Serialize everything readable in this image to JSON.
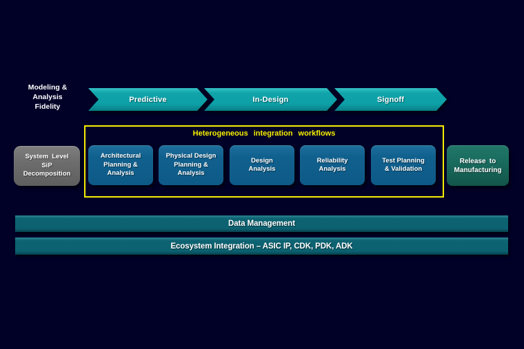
{
  "colors": {
    "background": "#010127",
    "stage_arrow": "#0da0a6",
    "workflow_frame_border": "#f8ef00",
    "workflow_title_text": "#f8ef00",
    "process_box": "#10608e",
    "sip_box": "#6c6c6c",
    "release_box": "#186a5d",
    "foundation_bar": "#0c6170",
    "label_text": "#ffffff"
  },
  "fidelity_axis": {
    "label": "Modeling &\nAnalysis\nFidelity",
    "stages": [
      {
        "label": "Predictive"
      },
      {
        "label": "In-Design"
      },
      {
        "label": "Signoff"
      }
    ]
  },
  "workflow_group": {
    "title": "Heterogeneous integration workflows",
    "boxes": [
      {
        "label": "Architectural\nPlanning &\nAnalysis"
      },
      {
        "label": "Physical Design\nPlanning &\nAnalysis"
      },
      {
        "label": "Design\nAnalysis"
      },
      {
        "label": "Reliability\nAnalysis"
      },
      {
        "label": "Test Planning\n& Validation"
      }
    ]
  },
  "input_box": {
    "label": "System Level\nSiP\nDecomposition"
  },
  "output_box": {
    "label": "Release to\nManufacturing"
  },
  "foundation_bars": [
    {
      "label": "Data Management"
    },
    {
      "label": "Ecosystem Integration – ASIC IP, CDK, PDK, ADK"
    }
  ]
}
